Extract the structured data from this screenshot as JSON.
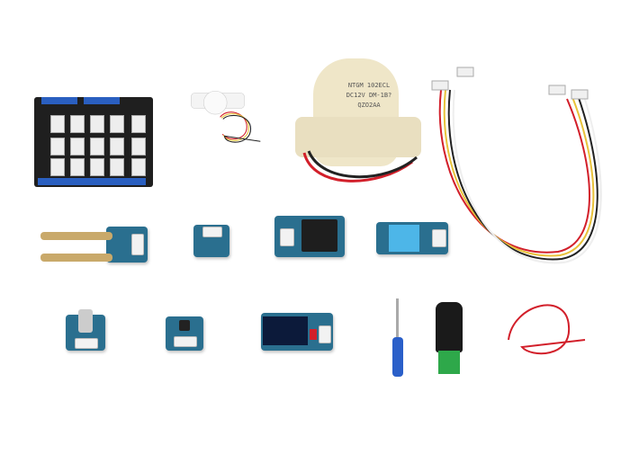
{
  "scene": {
    "description_free": true,
    "valve_label_lines": [
      "NTGM 102ECL",
      "DC12V DM-1B?",
      "QZO2AA"
    ],
    "colors": {
      "background": "#ffffff",
      "pcb_blue": "#2a6f8f",
      "wire_red": "#d21f2a",
      "wire_yellow": "#e8c23a",
      "screwdriver_blue": "#2a5fc9"
    }
  }
}
